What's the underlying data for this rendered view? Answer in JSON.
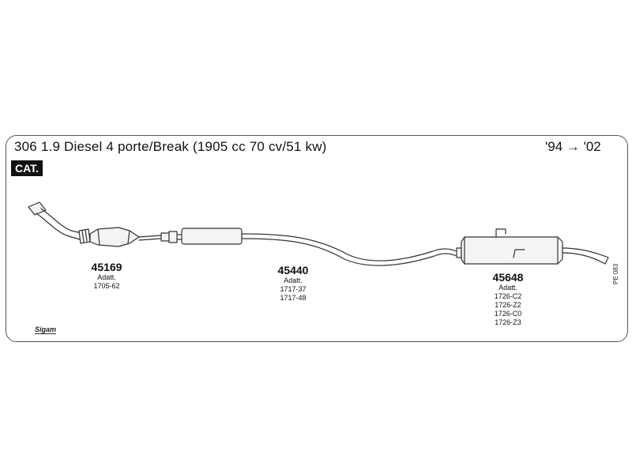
{
  "header": {
    "title": "306 1.9 Diesel 4 porte/Break (1905 cc 70 cv/51 kw)",
    "years": "'94 → '02",
    "badge": "CAT."
  },
  "parts": [
    {
      "code": "45169",
      "label": "Adatt.",
      "refs": [
        "1705-62"
      ]
    },
    {
      "code": "45440",
      "label": "Adatt.",
      "refs": [
        "1717-37",
        "1717-48"
      ]
    },
    {
      "code": "45648",
      "label": "Adatt.",
      "refs": [
        "1726-C2",
        "1726-Z2",
        "1726-C0",
        "1726-Z3"
      ]
    }
  ],
  "footer": {
    "logo": "Sigam",
    "ref_code": "PE 083"
  }
}
